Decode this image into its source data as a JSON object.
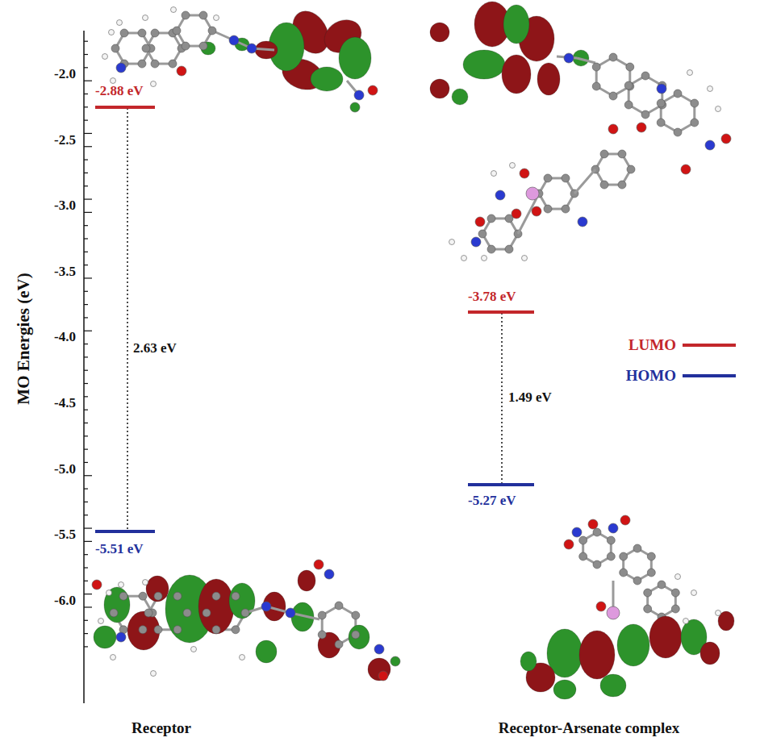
{
  "diagram": {
    "labels": [
      "MO Energies (eV)",
      "-2.0",
      "-2.5",
      "-3.0",
      "-3.5",
      "-4.0",
      "-4.5",
      "-5.0",
      "-5.5",
      "-6.0",
      "-2.88 eV",
      "2.63 eV",
      "-5.51 eV",
      "-3.78 eV",
      "1.49 eV",
      "-5.27 eV",
      "Receptor",
      "Receptor-Arsenate complex"
    ],
    "legend": [
      {
        "text": "LUMO"
      },
      {
        "text": "HOMO"
      }
    ]
  }
}
